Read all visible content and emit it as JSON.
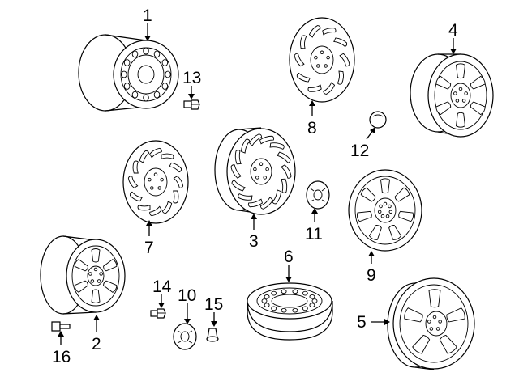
{
  "callouts": [
    {
      "id": "1",
      "text": "1"
    },
    {
      "id": "2",
      "text": "2"
    },
    {
      "id": "3",
      "text": "3"
    },
    {
      "id": "4",
      "text": "4"
    },
    {
      "id": "5",
      "text": "5"
    },
    {
      "id": "6",
      "text": "6"
    },
    {
      "id": "7",
      "text": "7"
    },
    {
      "id": "8",
      "text": "8"
    },
    {
      "id": "9",
      "text": "9"
    },
    {
      "id": "10",
      "text": "10"
    },
    {
      "id": "11",
      "text": "11"
    },
    {
      "id": "12",
      "text": "12"
    },
    {
      "id": "13",
      "text": "13"
    },
    {
      "id": "14",
      "text": "14"
    },
    {
      "id": "15",
      "text": "15"
    },
    {
      "id": "16",
      "text": "16"
    }
  ],
  "colors": {
    "line": "#000000",
    "background": "#ffffff"
  }
}
